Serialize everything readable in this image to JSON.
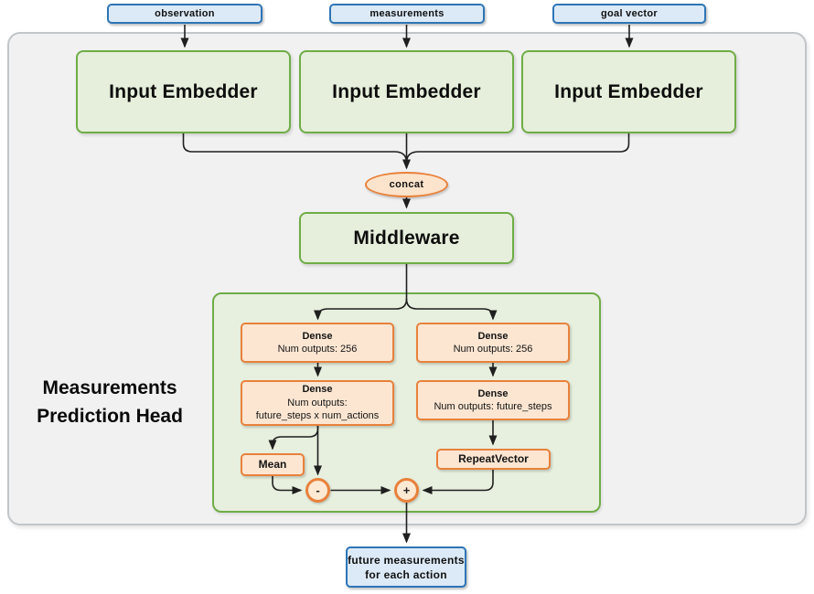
{
  "palette": {
    "green_border": "#70ad47",
    "green_fill": "#e6efdb",
    "orange_border": "#ed7d31",
    "orange_fill": "#fce6d2",
    "blue_border": "#2e75b6",
    "blue_fill": "#dceaf7",
    "container_fill": "#f1f1f2",
    "container_border": "#c2c5c8",
    "connector": "#1f1f1f"
  },
  "inputs": [
    "observation",
    "measurements",
    "goal vector"
  ],
  "embedders": [
    "Input Embedder",
    "Input Embedder",
    "Input Embedder"
  ],
  "concat": "concat",
  "middleware": "Middleware",
  "head": {
    "title": [
      "Measurements",
      "Prediction Head"
    ],
    "dense_left_1": {
      "title": "Dense",
      "lines": [
        "Num outputs: 256"
      ]
    },
    "dense_left_2": {
      "title": "Dense",
      "lines": [
        "Num outputs:",
        "future_steps x num_actions"
      ]
    },
    "dense_right_1": {
      "title": "Dense",
      "lines": [
        "Num outputs: 256"
      ]
    },
    "dense_right_2": {
      "title": "Dense",
      "lines": [
        "Num outputs: future_steps"
      ]
    },
    "mean": "Mean",
    "repeat_vector": "RepeatVector",
    "subtract_op": "-",
    "add_op": "+"
  },
  "output": {
    "lines": [
      "future measurements",
      "for each action"
    ]
  }
}
